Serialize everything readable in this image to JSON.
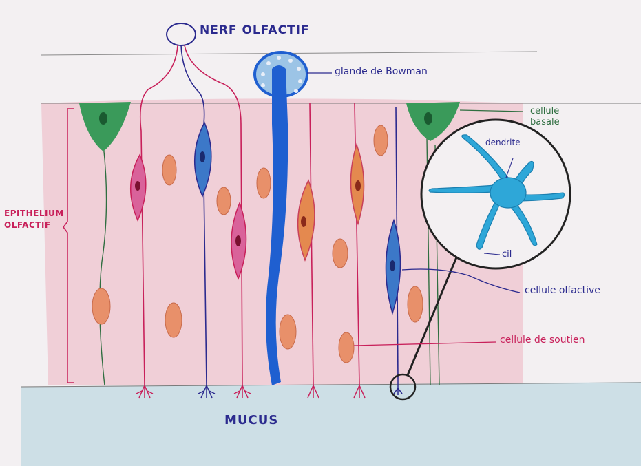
{
  "labels": {
    "nerve": "NERF OLFACTIF",
    "bowman_gland": "glande de Bowman",
    "basal_cell": "cellule basale",
    "basal_cell_line1": "cellule",
    "basal_cell_line2": "basale",
    "dendrite": "dendrite",
    "cilium": "cil",
    "olfactory_cell": "cellule olfactive",
    "support_cell": "cellule de soutien",
    "epithelium_line1": "EPITHELIUM",
    "epithelium_line2": "OLFACTIF",
    "mucus": "MUCUS"
  },
  "colors": {
    "paper": "#f3f0f2",
    "epithelium_fill": "#efc9d2",
    "mucus_fill": "#c9dde4",
    "nerve_label": "#2b2a8e",
    "gland_blue": "#1f5fd0",
    "basal_green": "#3a9a5a",
    "dendrite_cyan": "#2ea7d8",
    "olfactory_blue": "#2f6fc0",
    "support_orange": "#e4894f",
    "support_red": "#d43a4a",
    "epithelium_magenta": "#c8205a"
  },
  "icons": [
    "zoom-circle",
    "nerve-fiber",
    "olfactory-neuron",
    "supporting-cell",
    "basal-cell",
    "bowman-gland"
  ]
}
